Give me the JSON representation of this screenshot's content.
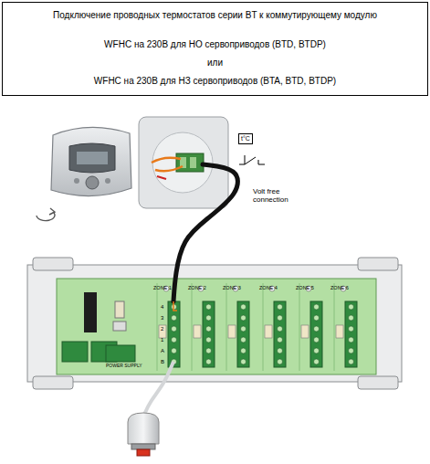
{
  "diagram": {
    "nodes": [
      {
        "text": [
          "Подключение проводных термостатов серии BT к коммутирующему модулю",
          "WFHC  на 230В для НО сервоприводов (BTD, BTDP)",
          "или",
          "WFHC  на 230В для НЗ сервоприводов (BTA, BTD, BTDP)"
        ]
      }
    ],
    "labels": [
      "t°C",
      "Volt free connection",
      "ZONE 1",
      "ZONE 2",
      "ZONE 3",
      "ZONE 4",
      "ZONE 5",
      "ZONE 6",
      "POWER SUPPLY",
      "4",
      "3",
      "2",
      "1",
      "A",
      "B"
    ]
  }
}
